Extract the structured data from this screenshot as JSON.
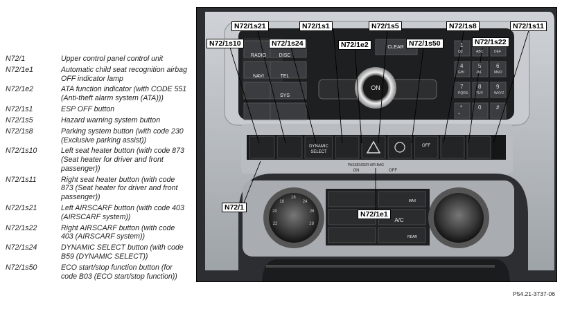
{
  "legend": [
    {
      "code": "N72/1",
      "desc": "Upper control panel control unit"
    },
    {
      "code": "N72/1e1",
      "desc": "Automatic child seat recognition airbag OFF indicator lamp"
    },
    {
      "code": "N72/1e2",
      "desc": "ATA function indicator (with CODE 551 (Anti-theft alarm system (ATA)))"
    },
    {
      "code": "N72/1s1",
      "desc": "ESP OFF button"
    },
    {
      "code": "N72/1s5",
      "desc": "Hazard warning system button"
    },
    {
      "code": "N72/1s8",
      "desc": "Parking system button (with code 230 (Exclusive parking assist))"
    },
    {
      "code": "N72/1s10",
      "desc": "Left seat heater button (with code 873 (Seat heater for driver and front passenger))"
    },
    {
      "code": "N72/1s11",
      "desc": "Right seat heater button (with code 873 (Seat heater for driver and front passenger))"
    },
    {
      "code": "N72/1s21",
      "desc": "Left AIRSCARF button (with code 403 (AIRSCARF system))"
    },
    {
      "code": "N72/1s22",
      "desc": "Right AIRSCARF button (with code 403 (AIRSCARF system))"
    },
    {
      "code": "N72/1s24",
      "desc": "DYNAMIC SELECT button (with code B59 (DYNAMIC SELECT))"
    },
    {
      "code": "N72/1s50",
      "desc": "ECO start/stop function button (for code B03 (ECO start/stop function))"
    }
  ],
  "callouts": {
    "s21": "N72/1s21",
    "s1": "N72/1s1",
    "s5": "N72/1s5",
    "s8": "N72/1s8",
    "s11": "N72/1s11",
    "s10": "N72/1s10",
    "s24": "N72/1s24",
    "e2": "N72/1e2",
    "s50": "N72/1s50",
    "s22": "N72/1s22",
    "n1": "N72/1",
    "e1": "N72/1e1"
  },
  "reference": "P54.21-3737-06",
  "panel_text": {
    "radio": "RADIO",
    "disc": "DISC",
    "clear": "CLEAR",
    "navi": "NAVI",
    "tel": "TEL",
    "sys": "SYS",
    "on": "ON",
    "dynamic_select": "DYNAMIC SELECT",
    "off": "OFF",
    "passenger_airbag": "PASSENGER AIR BAG",
    "airbag_on": "ON",
    "airbag_off": "OFF",
    "ac": "A/C",
    "max": "MAX",
    "rear": "REAR",
    "keys": [
      "1",
      "2",
      "3",
      "4",
      "5",
      "6",
      "7",
      "8",
      "9",
      "*",
      "0",
      "#"
    ],
    "key_sub": [
      "QZ",
      "ABC",
      "DEF",
      "GHI",
      "JKL",
      "MNO",
      "PQRS",
      "TUV",
      "WXYZ",
      "+",
      "",
      ""
    ],
    "dial_numbers": [
      "22",
      "20",
      "18",
      "16",
      "24",
      "26",
      "28"
    ]
  }
}
